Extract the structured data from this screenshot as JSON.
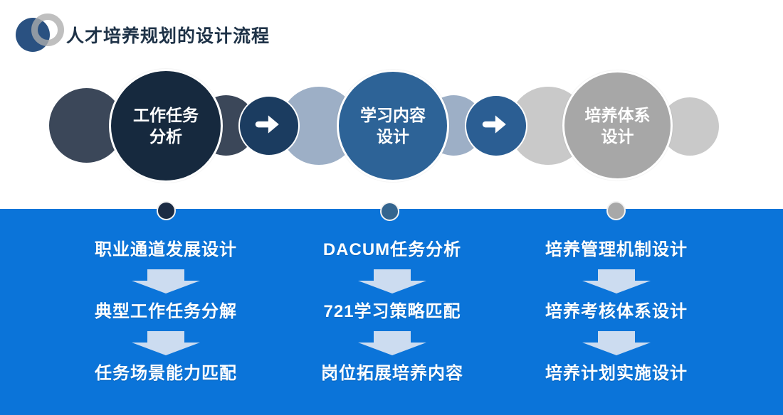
{
  "slide": {
    "title": "人才培养规划的设计流程"
  },
  "colors": {
    "band_blue": "#0b74d9",
    "stage1_navy": "#16293e",
    "stage2_blue": "#2d6397",
    "stage3_gray": "#a7a7a7",
    "arrow1_navy": "#1b3c60",
    "arrow2_blue": "#2b5e93",
    "slate_side": "#3b4759",
    "bluegray_side": "#9dafc6",
    "lightgray_side": "#c9c9c9",
    "dot1": "#1b2b43",
    "dot2": "#34658f",
    "dot3": "#a8a8a8",
    "down_arrow_pale": "#ccdcf0",
    "title_text": "#1e3247",
    "stage_text": "#ffffff"
  },
  "flow": {
    "stages": [
      {
        "line1": "工作任务",
        "line2": "分析"
      },
      {
        "line1": "学习内容",
        "line2": "设计"
      },
      {
        "line1": "培养体系",
        "line2": "设计"
      }
    ]
  },
  "band": {
    "columns": [
      {
        "steps": [
          "职业通道发展设计",
          "典型工作任务分解",
          "任务场景能力匹配"
        ]
      },
      {
        "steps": [
          "DACUM任务分析",
          "721学习策略匹配",
          "岗位拓展培养内容"
        ]
      },
      {
        "steps": [
          "培养管理机制设计",
          "培养考核体系设计",
          "培养计划实施设计"
        ]
      }
    ]
  }
}
